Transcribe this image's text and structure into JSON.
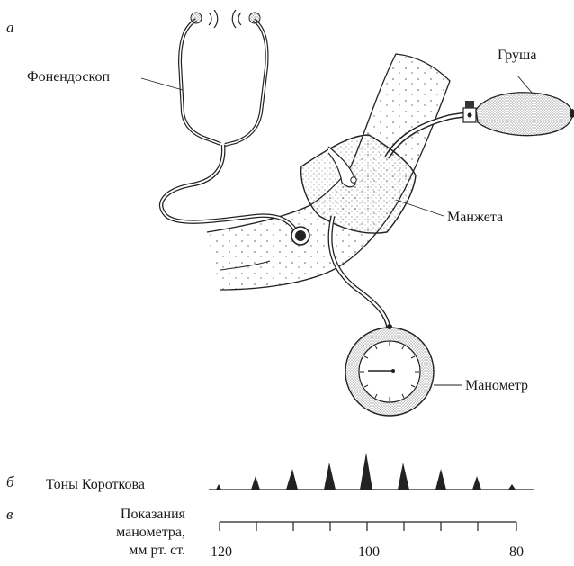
{
  "panel_labels": {
    "a": "а",
    "b": "б",
    "v": "в"
  },
  "labels": {
    "stethoscope": "Фонендоскоп",
    "bulb": "Груша",
    "cuff": "Манжета",
    "manometer": "Манометр",
    "korotkoff": "Тоны Короткова",
    "readings_line1": "Показания",
    "readings_line2": "манометра,",
    "readings_line3": "мм рт. ст."
  },
  "scale": {
    "ticks": [
      "120",
      "100",
      "80"
    ]
  }
}
